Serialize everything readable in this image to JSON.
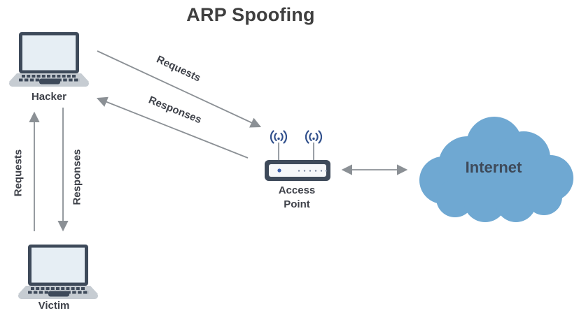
{
  "title": "ARP Spoofing",
  "diagram": {
    "hacker": {
      "label": "Hacker"
    },
    "victim": {
      "label": "Victim"
    },
    "access_point": {
      "line1": "Access",
      "line2": "Point"
    },
    "internet": {
      "label": "Internet"
    },
    "edges": {
      "hacker_to_ap": {
        "label": "Requests",
        "direction": "hacker-to-access-point"
      },
      "ap_to_hacker": {
        "label": "Responses",
        "direction": "access-point-to-hacker"
      },
      "victim_to_hacker": {
        "label": "Requests",
        "direction": "victim-to-hacker"
      },
      "hacker_to_victim": {
        "label": "Responses",
        "direction": "hacker-to-victim"
      },
      "ap_to_internet": {
        "direction": "bidirectional"
      }
    }
  },
  "icons": {
    "hacker_laptop": "laptop-icon",
    "victim_laptop": "laptop-icon",
    "access_point": "access-point-icon",
    "wifi_signal": "wifi-signal-icon",
    "internet_cloud": "cloud-icon"
  },
  "colors": {
    "title_text": "#3F3F3F",
    "label_text": "#3E4149",
    "arrow": "#8B9095",
    "cloud_fill": "#6FA8D2",
    "device_dark": "#3E4A5A",
    "screen_fill": "#E6EEF4",
    "base_fill": "#C6CCD2",
    "wifi_blue": "#31508C",
    "led_blue": "#3D5FA8",
    "panel_fill": "#F5F7F9"
  }
}
